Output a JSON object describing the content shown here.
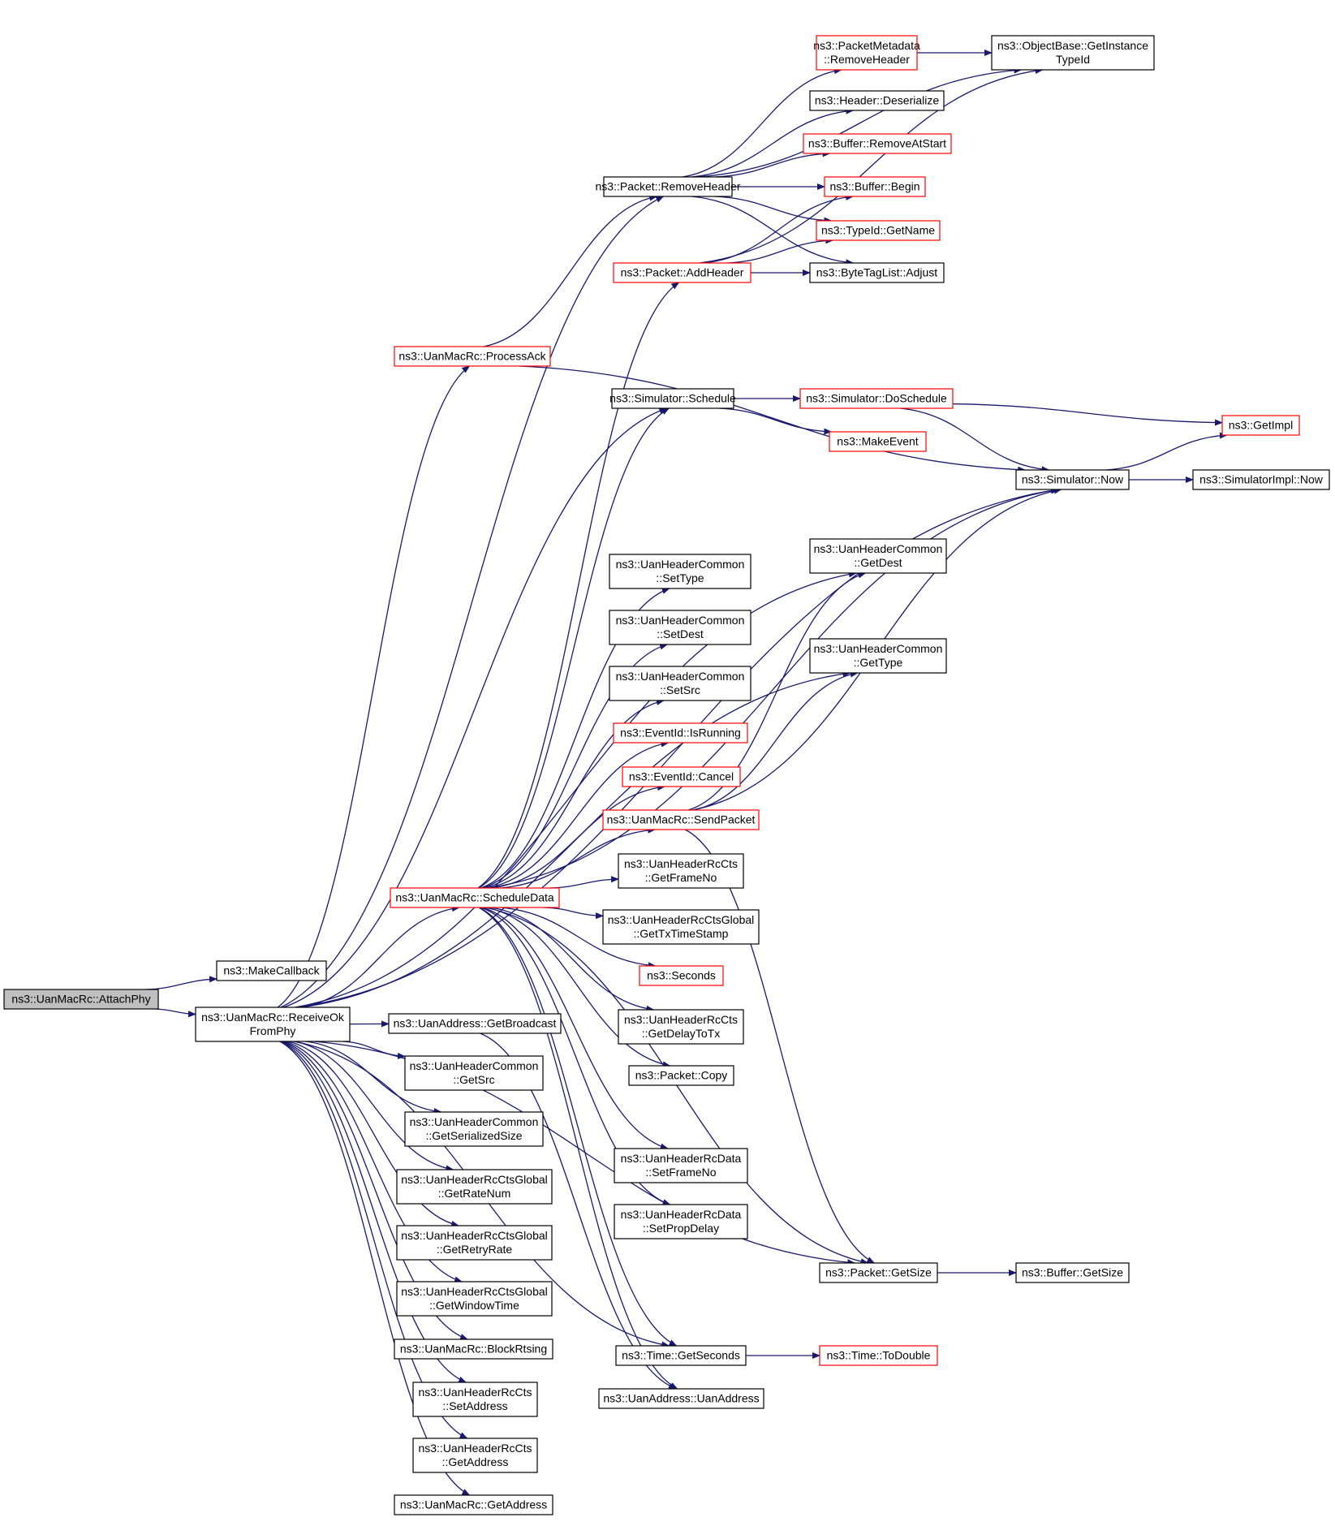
{
  "colors": {
    "edge": "#191970",
    "box_border_normal": "#000000",
    "box_border_truncated": "#ff0000",
    "root_fill": "#bfbfbf",
    "node_fill": "#ffffff"
  },
  "nodes": [
    {
      "id": "attachphy",
      "style": "root",
      "lines": [
        "ns3::UanMacRc::AttachPhy"
      ]
    },
    {
      "id": "makecallback",
      "style": "normal",
      "lines": [
        "ns3::MakeCallback"
      ]
    },
    {
      "id": "receiveok",
      "style": "normal",
      "lines": [
        "ns3::UanMacRc::ReceiveOk",
        "FromPhy"
      ]
    },
    {
      "id": "pm_removeheader",
      "style": "truncated",
      "lines": [
        "ns3::PacketMetadata",
        "::RemoveHeader"
      ]
    },
    {
      "id": "ob_getinstance",
      "style": "normal",
      "lines": [
        "ns3::ObjectBase::GetInstance",
        "TypeId"
      ]
    },
    {
      "id": "hdr_deserialize",
      "style": "normal",
      "lines": [
        "ns3::Header::Deserialize"
      ]
    },
    {
      "id": "buf_removeatstart",
      "style": "truncated",
      "lines": [
        "ns3::Buffer::RemoveAtStart"
      ]
    },
    {
      "id": "pkt_removeheader",
      "style": "normal",
      "lines": [
        "ns3::Packet::RemoveHeader"
      ]
    },
    {
      "id": "buf_begin",
      "style": "truncated",
      "lines": [
        "ns3::Buffer::Begin"
      ]
    },
    {
      "id": "typeid_getname",
      "style": "truncated",
      "lines": [
        "ns3::TypeId::GetName"
      ]
    },
    {
      "id": "pkt_addheader",
      "style": "truncated",
      "lines": [
        "ns3::Packet::AddHeader"
      ]
    },
    {
      "id": "btl_adjust",
      "style": "normal",
      "lines": [
        "ns3::ByteTagList::Adjust"
      ]
    },
    {
      "id": "processack",
      "style": "truncated",
      "lines": [
        "ns3::UanMacRc::ProcessAck"
      ]
    },
    {
      "id": "sim_schedule",
      "style": "normal",
      "lines": [
        "ns3::Simulator::Schedule"
      ]
    },
    {
      "id": "sim_doschedule",
      "style": "truncated",
      "lines": [
        "ns3::Simulator::DoSchedule"
      ]
    },
    {
      "id": "getimpl",
      "style": "truncated",
      "lines": [
        "ns3::GetImpl"
      ]
    },
    {
      "id": "makeevent",
      "style": "truncated",
      "lines": [
        "ns3::MakeEvent"
      ]
    },
    {
      "id": "sim_now",
      "style": "normal",
      "lines": [
        "ns3::Simulator::Now"
      ]
    },
    {
      "id": "simimpl_now",
      "style": "normal",
      "lines": [
        "ns3::SimulatorImpl::Now"
      ]
    },
    {
      "id": "uhc_getdest",
      "style": "normal",
      "lines": [
        "ns3::UanHeaderCommon",
        "::GetDest"
      ]
    },
    {
      "id": "uhc_settype",
      "style": "normal",
      "lines": [
        "ns3::UanHeaderCommon",
        "::SetType"
      ]
    },
    {
      "id": "uhc_setdest",
      "style": "normal",
      "lines": [
        "ns3::UanHeaderCommon",
        "::SetDest"
      ]
    },
    {
      "id": "uhc_gettype",
      "style": "normal",
      "lines": [
        "ns3::UanHeaderCommon",
        "::GetType"
      ]
    },
    {
      "id": "uhc_setsrc",
      "style": "normal",
      "lines": [
        "ns3::UanHeaderCommon",
        "::SetSrc"
      ]
    },
    {
      "id": "ev_isrunning",
      "style": "truncated",
      "lines": [
        "ns3::EventId::IsRunning"
      ]
    },
    {
      "id": "ev_cancel",
      "style": "truncated",
      "lines": [
        "ns3::EventId::Cancel"
      ]
    },
    {
      "id": "sendpacket",
      "style": "truncated",
      "lines": [
        "ns3::UanMacRc::SendPacket"
      ]
    },
    {
      "id": "scheduledata",
      "style": "truncated",
      "lines": [
        "ns3::UanMacRc::ScheduleData"
      ]
    },
    {
      "id": "cts_getframeno",
      "style": "normal",
      "lines": [
        "ns3::UanHeaderRcCts",
        "::GetFrameNo"
      ]
    },
    {
      "id": "ctsg_gettxtimestamp",
      "style": "normal",
      "lines": [
        "ns3::UanHeaderRcCtsGlobal",
        "::GetTxTimeStamp"
      ]
    },
    {
      "id": "seconds",
      "style": "truncated",
      "lines": [
        "ns3::Seconds"
      ]
    },
    {
      "id": "uaddr_getbroadcast",
      "style": "normal",
      "lines": [
        "ns3::UanAddress::GetBroadcast"
      ]
    },
    {
      "id": "cts_getdelaytotx",
      "style": "normal",
      "lines": [
        "ns3::UanHeaderRcCts",
        "::GetDelayToTx"
      ]
    },
    {
      "id": "uhc_getsrc",
      "style": "normal",
      "lines": [
        "ns3::UanHeaderCommon",
        "::GetSrc"
      ]
    },
    {
      "id": "pkt_copy",
      "style": "normal",
      "lines": [
        "ns3::Packet::Copy"
      ]
    },
    {
      "id": "uhc_getserializedsize",
      "style": "normal",
      "lines": [
        "ns3::UanHeaderCommon",
        "::GetSerializedSize"
      ]
    },
    {
      "id": "data_setframeno",
      "style": "normal",
      "lines": [
        "ns3::UanHeaderRcData",
        "::SetFrameNo"
      ]
    },
    {
      "id": "ctsg_getratenum",
      "style": "normal",
      "lines": [
        "ns3::UanHeaderRcCtsGlobal",
        "::GetRateNum"
      ]
    },
    {
      "id": "data_setpropdelay",
      "style": "normal",
      "lines": [
        "ns3::UanHeaderRcData",
        "::SetPropDelay"
      ]
    },
    {
      "id": "ctsg_getretryrate",
      "style": "normal",
      "lines": [
        "ns3::UanHeaderRcCtsGlobal",
        "::GetRetryRate"
      ]
    },
    {
      "id": "pkt_getsize",
      "style": "normal",
      "lines": [
        "ns3::Packet::GetSize"
      ]
    },
    {
      "id": "buf_getsize",
      "style": "normal",
      "lines": [
        "ns3::Buffer::GetSize"
      ]
    },
    {
      "id": "ctsg_getwindowtime",
      "style": "normal",
      "lines": [
        "ns3::UanHeaderRcCtsGlobal",
        "::GetWindowTime"
      ]
    },
    {
      "id": "blockrtsing",
      "style": "normal",
      "lines": [
        "ns3::UanMacRc::BlockRtsing"
      ]
    },
    {
      "id": "time_getseconds",
      "style": "normal",
      "lines": [
        "ns3::Time::GetSeconds"
      ]
    },
    {
      "id": "time_todouble",
      "style": "truncated",
      "lines": [
        "ns3::Time::ToDouble"
      ]
    },
    {
      "id": "uaddr_uanaddress",
      "style": "normal",
      "lines": [
        "ns3::UanAddress::UanAddress"
      ]
    },
    {
      "id": "cts_setaddress",
      "style": "normal",
      "lines": [
        "ns3::UanHeaderRcCts",
        "::SetAddress"
      ]
    },
    {
      "id": "cts_getaddress",
      "style": "normal",
      "lines": [
        "ns3::UanHeaderRcCts",
        "::GetAddress"
      ]
    },
    {
      "id": "mac_getaddress",
      "style": "normal",
      "lines": [
        "ns3::UanMacRc::GetAddress"
      ]
    }
  ],
  "edges": [
    [
      "attachphy",
      "makecallback"
    ],
    [
      "attachphy",
      "receiveok"
    ],
    [
      "receiveok",
      "pkt_removeheader"
    ],
    [
      "receiveok",
      "processack"
    ],
    [
      "receiveok",
      "sim_schedule"
    ],
    [
      "receiveok",
      "sim_now"
    ],
    [
      "receiveok",
      "uhc_getdest"
    ],
    [
      "receiveok",
      "uhc_gettype"
    ],
    [
      "receiveok",
      "scheduledata"
    ],
    [
      "receiveok",
      "uaddr_getbroadcast"
    ],
    [
      "receiveok",
      "uhc_getsrc"
    ],
    [
      "receiveok",
      "uhc_getserializedsize"
    ],
    [
      "receiveok",
      "ctsg_getratenum"
    ],
    [
      "receiveok",
      "ctsg_getretryrate"
    ],
    [
      "receiveok",
      "ctsg_getwindowtime"
    ],
    [
      "receiveok",
      "blockrtsing"
    ],
    [
      "receiveok",
      "cts_setaddress"
    ],
    [
      "receiveok",
      "cts_getaddress"
    ],
    [
      "receiveok",
      "mac_getaddress"
    ],
    [
      "receiveok",
      "pkt_getsize"
    ],
    [
      "receiveok",
      "time_getseconds"
    ],
    [
      "pm_removeheader",
      "ob_getinstance"
    ],
    [
      "pkt_removeheader",
      "pm_removeheader"
    ],
    [
      "pkt_removeheader",
      "ob_getinstance"
    ],
    [
      "pkt_removeheader",
      "hdr_deserialize"
    ],
    [
      "pkt_removeheader",
      "buf_removeatstart"
    ],
    [
      "pkt_removeheader",
      "buf_begin"
    ],
    [
      "pkt_removeheader",
      "typeid_getname"
    ],
    [
      "pkt_removeheader",
      "btl_adjust"
    ],
    [
      "pkt_addheader",
      "buf_begin"
    ],
    [
      "pkt_addheader",
      "typeid_getname"
    ],
    [
      "pkt_addheader",
      "btl_adjust"
    ],
    [
      "pkt_addheader",
      "ob_getinstance"
    ],
    [
      "processack",
      "pkt_removeheader"
    ],
    [
      "processack",
      "sim_now"
    ],
    [
      "sim_schedule",
      "sim_doschedule"
    ],
    [
      "sim_schedule",
      "makeevent"
    ],
    [
      "sim_doschedule",
      "getimpl"
    ],
    [
      "sim_doschedule",
      "sim_now"
    ],
    [
      "sim_now",
      "getimpl"
    ],
    [
      "sim_now",
      "simimpl_now"
    ],
    [
      "sendpacket",
      "uhc_getdest"
    ],
    [
      "sendpacket",
      "uhc_gettype"
    ],
    [
      "sendpacket",
      "sim_now"
    ],
    [
      "sendpacket",
      "pkt_getsize"
    ],
    [
      "scheduledata",
      "pkt_addheader"
    ],
    [
      "scheduledata",
      "sim_schedule"
    ],
    [
      "scheduledata",
      "uhc_settype"
    ],
    [
      "scheduledata",
      "uhc_setdest"
    ],
    [
      "scheduledata",
      "uhc_setsrc"
    ],
    [
      "scheduledata",
      "ev_isrunning"
    ],
    [
      "scheduledata",
      "ev_cancel"
    ],
    [
      "scheduledata",
      "sendpacket"
    ],
    [
      "scheduledata",
      "cts_getframeno"
    ],
    [
      "scheduledata",
      "ctsg_gettxtimestamp"
    ],
    [
      "scheduledata",
      "seconds"
    ],
    [
      "scheduledata",
      "cts_getdelaytotx"
    ],
    [
      "scheduledata",
      "pkt_copy"
    ],
    [
      "scheduledata",
      "data_setframeno"
    ],
    [
      "scheduledata",
      "data_setpropdelay"
    ],
    [
      "scheduledata",
      "time_getseconds"
    ],
    [
      "scheduledata",
      "uaddr_uanaddress"
    ],
    [
      "scheduledata",
      "sim_now"
    ],
    [
      "scheduledata",
      "pkt_getsize"
    ],
    [
      "uaddr_getbroadcast",
      "uaddr_uanaddress"
    ],
    [
      "pkt_getsize",
      "buf_getsize"
    ],
    [
      "time_getseconds",
      "time_todouble"
    ]
  ]
}
